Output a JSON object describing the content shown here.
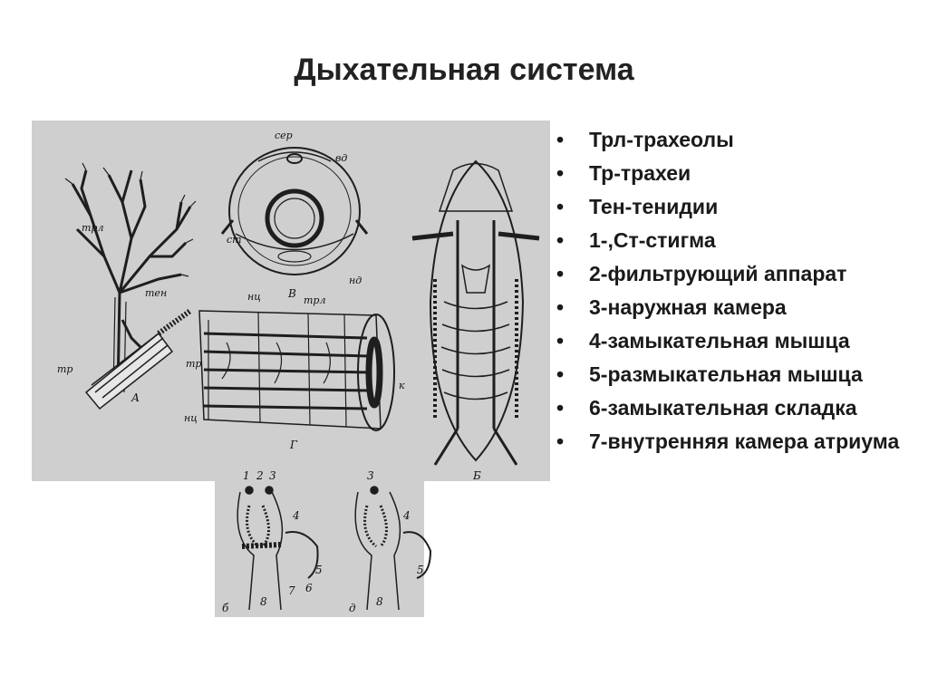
{
  "slide": {
    "title": "Дыхательная система"
  },
  "legend": {
    "items": [
      {
        "text": "Трл-трахеолы"
      },
      {
        "text": "Тр-трахеи"
      },
      {
        "text": "Тен-тенидии"
      },
      {
        "text": "1-,Ст-стигма"
      },
      {
        "text": "2-фильтрующий аппарат"
      },
      {
        "text": "3-наружная камера"
      },
      {
        "text": "4-замыкательная мышца"
      },
      {
        "text": "5-размыкательная мышца"
      },
      {
        "text": "6-замыкательная складка"
      },
      {
        "text": "7-внутренняя камера атриума"
      }
    ],
    "bullet": "•"
  },
  "figure": {
    "labels": {
      "trl_a": "трл",
      "ten": "тен",
      "tr_a": "тр",
      "panel_a": "А",
      "ser": "сер",
      "vd": "вд",
      "st": "ст",
      "nc_b": "нц",
      "panel_v": "В",
      "nd": "нд",
      "trl_g": "трл",
      "tr_g": "тр",
      "nc_g": "нц",
      "k": "к",
      "panel_g": "Г",
      "panel_b": "Б",
      "n1": "1",
      "n2": "2",
      "n3": "3",
      "n3b": "3",
      "n4": "4",
      "n4b": "4",
      "n5": "5",
      "n5b": "5",
      "n6": "6",
      "n7": "7",
      "n8": "8",
      "n8b": "8",
      "sub_b": "б",
      "sub_d": "д"
    },
    "colors": {
      "panel_bg": "#cfcfcf",
      "ink": "#1e1e1e"
    }
  }
}
